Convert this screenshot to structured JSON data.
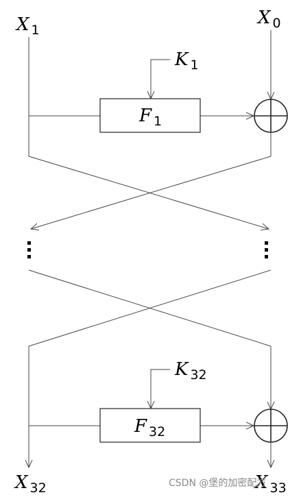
{
  "labels": {
    "x1": {
      "var": "X",
      "sub": "1"
    },
    "x0": {
      "var": "X",
      "sub": "0"
    },
    "k1": {
      "var": "K",
      "sub": "1"
    },
    "f1": {
      "var": "F",
      "sub": "1"
    },
    "k32": {
      "var": "K",
      "sub": "32"
    },
    "f32": {
      "var": "F",
      "sub": "32"
    },
    "x32": {
      "var": "X",
      "sub": "32"
    },
    "x33": {
      "var": "X",
      "sub": "33"
    }
  },
  "watermark": "CSDN @堡的加密配方",
  "colors": {
    "line": "#444444",
    "text": "#000000",
    "watermark": "#8a8a8a"
  }
}
